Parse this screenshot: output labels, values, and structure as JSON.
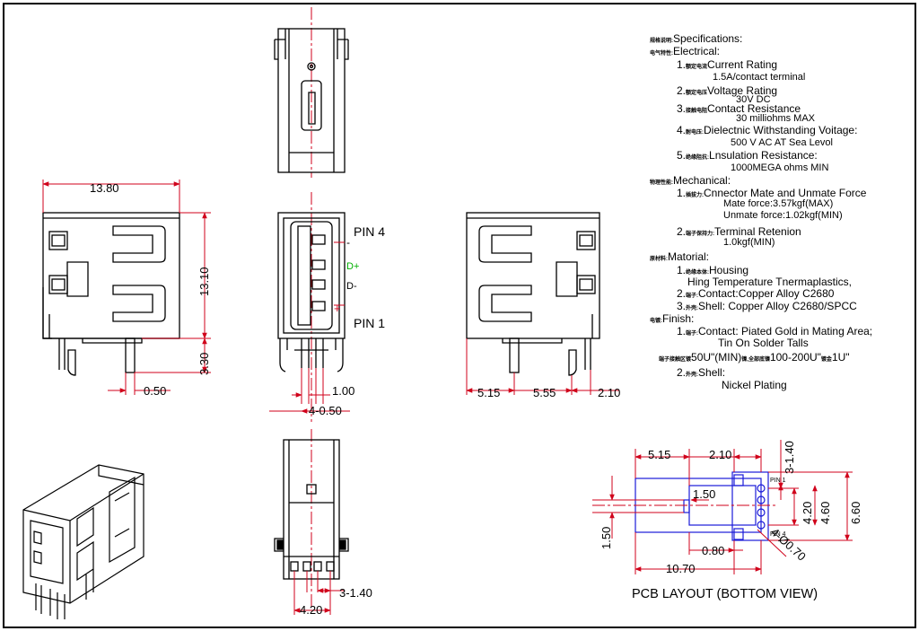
{
  "specs": {
    "title_cn": "规格说明:",
    "title": "Specifications:",
    "electrical_cn": "电气特性:",
    "electrical": "Electrical:",
    "e1_num": "1.",
    "e1_cn": "额定电流",
    "e1": "Current  Rating",
    "e1_val": "1.5A/contact  terminal",
    "e2_num": "2.",
    "e2_cn": "额定电压",
    "e2": "Voltage  Rating",
    "e2_val": "30V  DC",
    "e3_num": "3.",
    "e3_cn": "接触电阻",
    "e3": "Contact  Resistance",
    "e3_val": "30  milliohms  MAX",
    "e4_num": "4.",
    "e4_cn": "耐电压:",
    "e4": "Dielectnic  Withstanding  Voitage:",
    "e4_val": "500  V  AC  AT  Sea  Levol",
    "e5_num": "5.",
    "e5_cn": "绝缘阻抗:",
    "e5": "Lnsulation  Resistance:",
    "e5_val": "1000MEGA  ohms  MIN",
    "mechanical_cn": "物理性能:",
    "mechanical": "Mechanical:",
    "m1_num": "1.",
    "m1_cn": "插拔力:",
    "m1": "Cnnector  Mate  and  Unmate  Force",
    "m1_val1": "Mate  force:3.57kgf(MAX)",
    "m1_val2": "Unmate  force:1.02kgf(MIN)",
    "m2_num": "2.",
    "m2_cn": "端子保持力:",
    "m2": "Terminal  Retenion",
    "m2_val": "1.0kgf(MIN)",
    "material_cn": "原材料:",
    "material": "Matorial:",
    "t1_num": "1.",
    "t1_cn": "绝缘本体:",
    "t1": "Housing",
    "t1_val": "Hing  Temperature    Tnermaplastics,",
    "t2_num": "2.",
    "t2_cn": "端子:",
    "t2": "Contact:Copper  Alloy  C2680",
    "t3_num": "3.",
    "t3_cn": "外壳:",
    "t3": "Shell:  Copper  Alloy  C2680/SPCC",
    "finish_cn": "电镀:",
    "finish": "Finish:",
    "f1_num": "1.",
    "f1_cn": "端子:",
    "f1": "Contact:  Piated  Gold  in  Mating  Area;",
    "f1_val": "Tin  On  Solder  Talls",
    "plating_cn1": "端子接触区镀",
    "plating_a": "50U\"(MIN)",
    "plating_cn2": "镍,全部底镍",
    "plating_b": "100-200U\"",
    "plating_cn3": "镀金",
    "plating_c": "1U\"",
    "f2_num": "2.",
    "f2_cn": "外壳:",
    "f2": "Shell:",
    "f2_val": "Nickel  Plating"
  },
  "pcb_title": "PCB LAYOUT (BOTTOM VIEW)",
  "dims": {
    "side_width": "13.80",
    "side_height": "13.10",
    "side_pin": "3.30",
    "side_pinw": "0.50",
    "front_pitch": "1.00",
    "front_span": "4-0.50",
    "rear_a": "5.15",
    "rear_b": "5.55",
    "rear_c": "2.10",
    "bot_pitch": "3-1.40",
    "bot_width": "4.20",
    "pcb_a": "5.15",
    "pcb_b": "2.10",
    "pcb_c": "3-1.40",
    "pcb_d": "1.50",
    "pcb_e": "4.20",
    "pcb_f": "4.60",
    "pcb_g": "6.60",
    "pcb_h": "1.50",
    "pcb_i": "0.80",
    "pcb_j": "10.70",
    "pcb_k": "4-Ø0.70"
  },
  "labels": {
    "pin4": "PIN 4",
    "pin1": "PIN 1",
    "dplus": "D+",
    "dminus": "D-",
    "minus": "-",
    "plus": "+",
    "pcb_pin1": "PIN 1",
    "pcb_pin4": "PIN 4"
  },
  "colors": {
    "dimension": "#d0021b",
    "centerline": "#d0021b",
    "pcb_outline": "#1a1ad8",
    "dplus": "#00b000",
    "outline": "#000000"
  }
}
